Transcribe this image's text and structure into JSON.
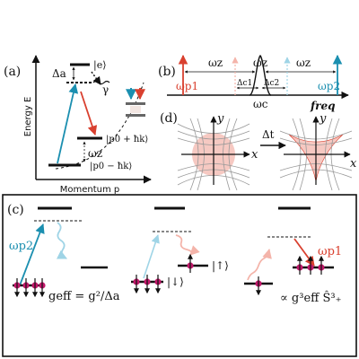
{
  "colors": {
    "teal": "#1b8fb0",
    "red": "#d9402f",
    "light_teal": "#9fd4e6",
    "light_red": "#f4b4aa",
    "pink_fill": "#f6c9c2",
    "magenta": "#c2186b",
    "dark": "#111111",
    "gray_curve": "#888888"
  },
  "panel_a": {
    "label": "(a)",
    "y_axis": "Energy E",
    "x_axis": "Momentum p",
    "excited": "|e⟩",
    "delta": "Δa",
    "gamma": "γ",
    "upper_state": "|p0 + ħk⟩",
    "omega_z": "ωz",
    "lower_state": "|p0 − ħk⟩"
  },
  "panel_b": {
    "label": "(b)",
    "omega_z_left": "ωz",
    "omega_z_mid": "ωz",
    "omega_z_right": "ωz",
    "omega_p1": "ωp1",
    "omega_p2": "ωp2",
    "delta_c1": "Δc1",
    "delta_c2": "Δc2",
    "omega_c": "ωc",
    "freq": "freq"
  },
  "panel_d": {
    "label": "(d)",
    "delta_t": "Δt",
    "x_label_1": "x",
    "y_label_1": "y",
    "x_label_2": "x",
    "y_label_2": "y"
  },
  "panel_c": {
    "label": "(c)",
    "omega_p2": "ωp2",
    "omega_p1": "ωp1",
    "ket_down": "|↓⟩",
    "ket_up": "|↑⟩",
    "g_eff": "geff = g²/Δa",
    "proportional": "∝ g³eff Ŝ³₊"
  }
}
